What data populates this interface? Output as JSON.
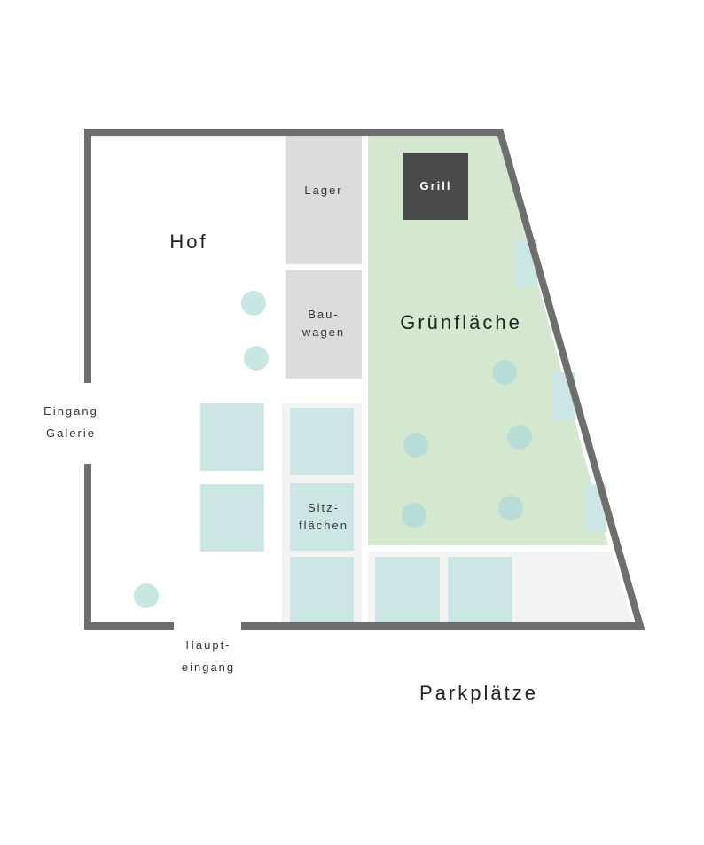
{
  "plan": {
    "labels": {
      "hof": "Hof",
      "lager": "Lager",
      "grill": "Grill",
      "bauwagen": [
        "Bau-",
        "wagen"
      ],
      "gruenflaeche": "Grünfläche",
      "sitzflaechen": [
        "Sitz-",
        "flächen"
      ],
      "eingang_galerie": [
        "Eingang",
        "Galerie"
      ],
      "haupteingang": [
        "Haupt-",
        "eingang"
      ],
      "parkplaetze": "Parkplätze"
    },
    "colors": {
      "wall": "#6e6e6e",
      "green_area": "#d4e8cf",
      "storage": "#dcdcdc",
      "grill": "#4a4a4a",
      "seating": "#cbe6e4",
      "table": "#c8e6e4",
      "paved": "#f3f3f3"
    }
  }
}
